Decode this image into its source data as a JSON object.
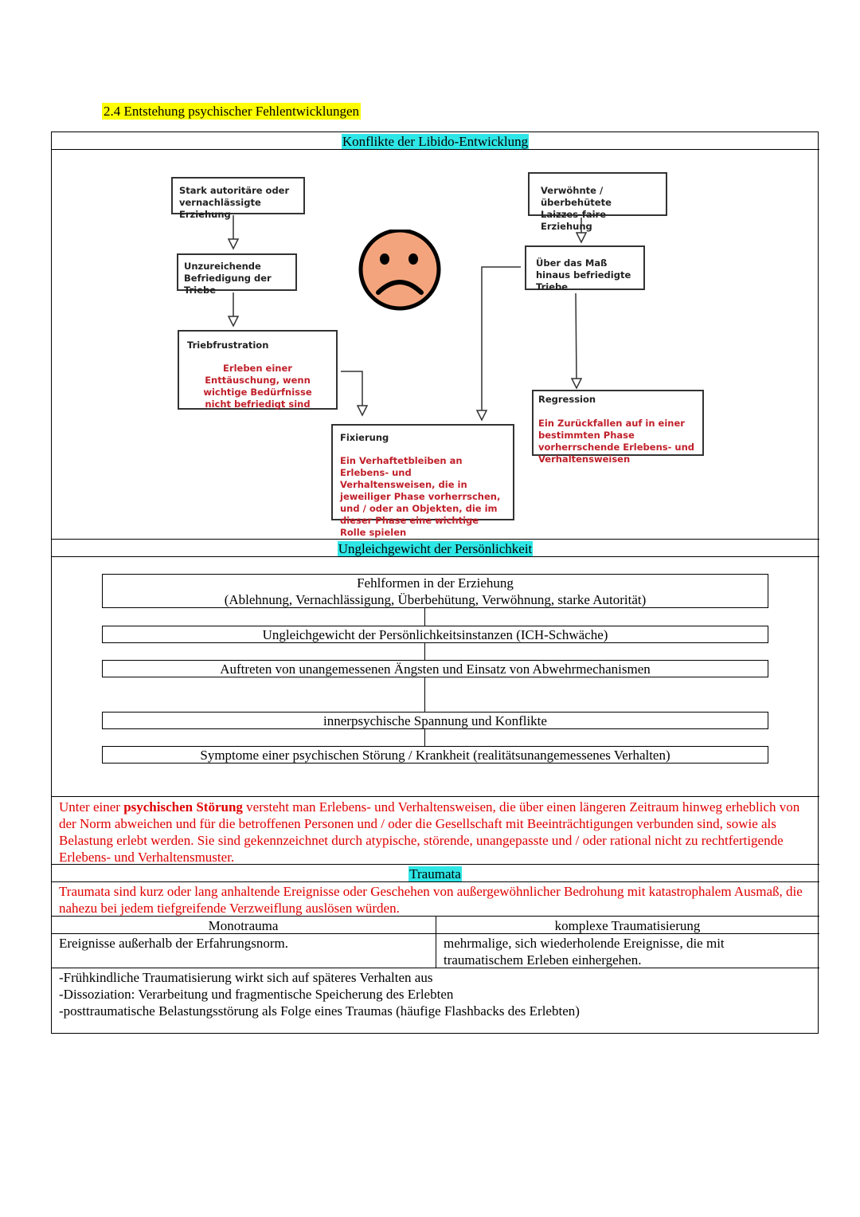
{
  "section_title": "2.4 Entstehung psychischer Fehlentwicklungen",
  "libido": {
    "header": "Konflikte der Libido-Entwicklung",
    "box_authoritarian": "Stark autoritäre oder vernachlässigte Erziehung",
    "box_pampered": "Verwöhnte / überbehütete Laizzes-faire Erziehung",
    "box_insufficient": "Unzureichende Befriedigung der Triebe",
    "box_excess": "Über das Maß hinaus befriedigte Triebe",
    "frustration_title": "Triebfrustration",
    "frustration_text": "Erleben einer Enttäuschung, wenn wichtige Bedürfnisse nicht befriedigt sind",
    "fixation_title": "Fixierung",
    "fixation_text": "Ein Verhaftetbleiben an Erlebens- und Verhaltensweisen, die in jeweiliger Phase vorherrschen, und / oder an Objekten, die im dieser Phase eine wichtige Rolle spielen",
    "regression_title": "Regression",
    "regression_text": "Ein Zurückfallen auf in einer bestimmten Phase vorherrschende Erlebens- und Verhaltensweisen",
    "face_icon": "sad-face-icon",
    "face_color": "#f4a47c"
  },
  "imbalance": {
    "header": "Ungleichgewicht der Persönlichkeit",
    "step1_line1": "Fehlformen in der Erziehung",
    "step1_line2": "(Ablehnung, Vernachlässigung, Überbehütung, Verwöhnung, starke Autorität)",
    "step2": "Ungleichgewicht der Persönlichkeitsinstanzen (ICH-Schwäche)",
    "step3": "Auftreten von unangemessenen Ängsten und Einsatz von Abwehrmechanismen",
    "step4": "innerpsychische Spannung und Konflikte",
    "step5": "Symptome einer psychischen Störung / Krankheit (realitätsunangemessenes Verhalten)"
  },
  "definition": {
    "prefix": "Unter einer ",
    "bold": "psychischen Störung",
    "rest": " versteht man Erlebens- und Verhaltensweisen, die über einen längeren Zeitraum hinweg erheblich von der Norm abweichen und für die betroffenen Personen und / oder die Gesellschaft mit Beeinträchtigungen verbunden sind, sowie als Belastung erlebt werden. Sie sind gekennzeichnet durch atypische, störende, unangepasste und / oder rational nicht zu rechtfertigende Erlebens- und Verhaltensmuster."
  },
  "trauma": {
    "header": "Traumata",
    "definition": "Traumata sind kurz oder lang anhaltende Ereignisse oder Geschehen von außergewöhnlicher Bedrohung mit katastrophalem Ausmaß, die nahezu bei jedem tiefgreifende Verzweiflung auslösen würden.",
    "col1_header": "Monotrauma",
    "col2_header": "komplexe Traumatisierung",
    "col1_text": "Ereignisse außerhalb der Erfahrungsnorm.",
    "col2_text": "mehrmalige, sich wiederholende Ereignisse, die mit traumatischem Erleben einhergehen.",
    "notes": [
      "-Frühkindliche Traumatisierung wirkt sich auf späteres Verhalten aus",
      "-Dissoziation: Verarbeitung und fragmentische Speicherung des Erlebten",
      "-posttraumatische Belastungsstörung als Folge eines Traumas (häufige Flashbacks des Erlebten)"
    ]
  }
}
